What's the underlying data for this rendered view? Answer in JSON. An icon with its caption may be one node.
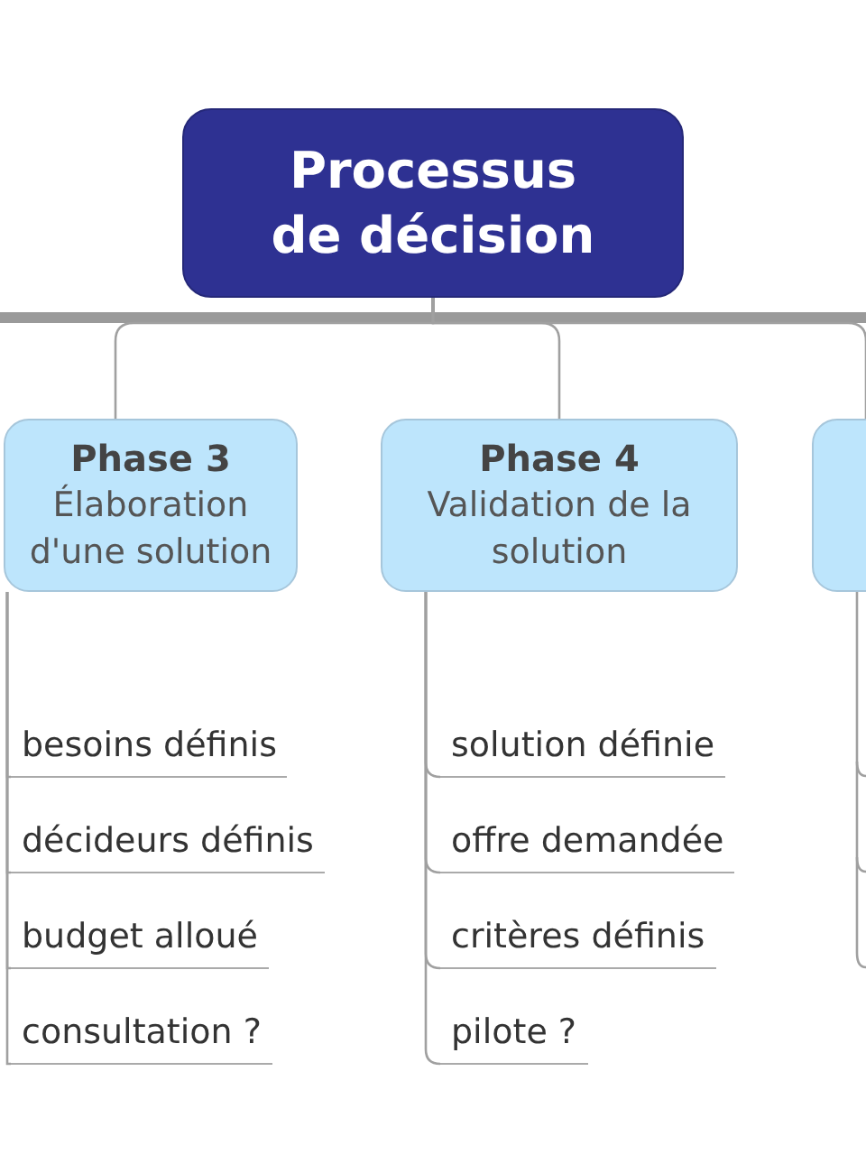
{
  "diagram": {
    "nodes": [
      {
        "text": [
          "Processus de décision"
        ]
      },
      {
        "text": [
          "Phase 3",
          "Élaboration d'une solution"
        ]
      },
      {
        "text": [
          "Phase 4",
          "Validation de la solution"
        ]
      },
      {
        "text": [],
        "shape": "box"
      },
      {
        "text": [
          "besoins définis"
        ]
      },
      {
        "text": [
          "décideurs définis"
        ]
      },
      {
        "text": [
          "budget alloué"
        ]
      },
      {
        "text": [
          "consultation ?"
        ]
      },
      {
        "text": [
          "solution définie"
        ]
      },
      {
        "text": [
          "offre demandée"
        ]
      },
      {
        "text": [
          "critères définis"
        ]
      },
      {
        "text": [
          "pilote ?"
        ]
      }
    ],
    "edges": [
      {
        "from": 0,
        "to": 1,
        "arrow": "none"
      },
      {
        "from": 0,
        "to": 2,
        "arrow": "none"
      },
      {
        "from": 0,
        "to": 3,
        "arrow": "none"
      },
      {
        "from": 1,
        "to": 4,
        "arrow": "none"
      },
      {
        "from": 1,
        "to": 5,
        "arrow": "none"
      },
      {
        "from": 1,
        "to": 6,
        "arrow": "none"
      },
      {
        "from": 1,
        "to": 7,
        "arrow": "none"
      },
      {
        "from": 2,
        "to": 8,
        "arrow": "none"
      },
      {
        "from": 2,
        "to": 9,
        "arrow": "none"
      },
      {
        "from": 2,
        "to": 10,
        "arrow": "none"
      },
      {
        "from": 2,
        "to": 11,
        "arrow": "none"
      }
    ]
  }
}
